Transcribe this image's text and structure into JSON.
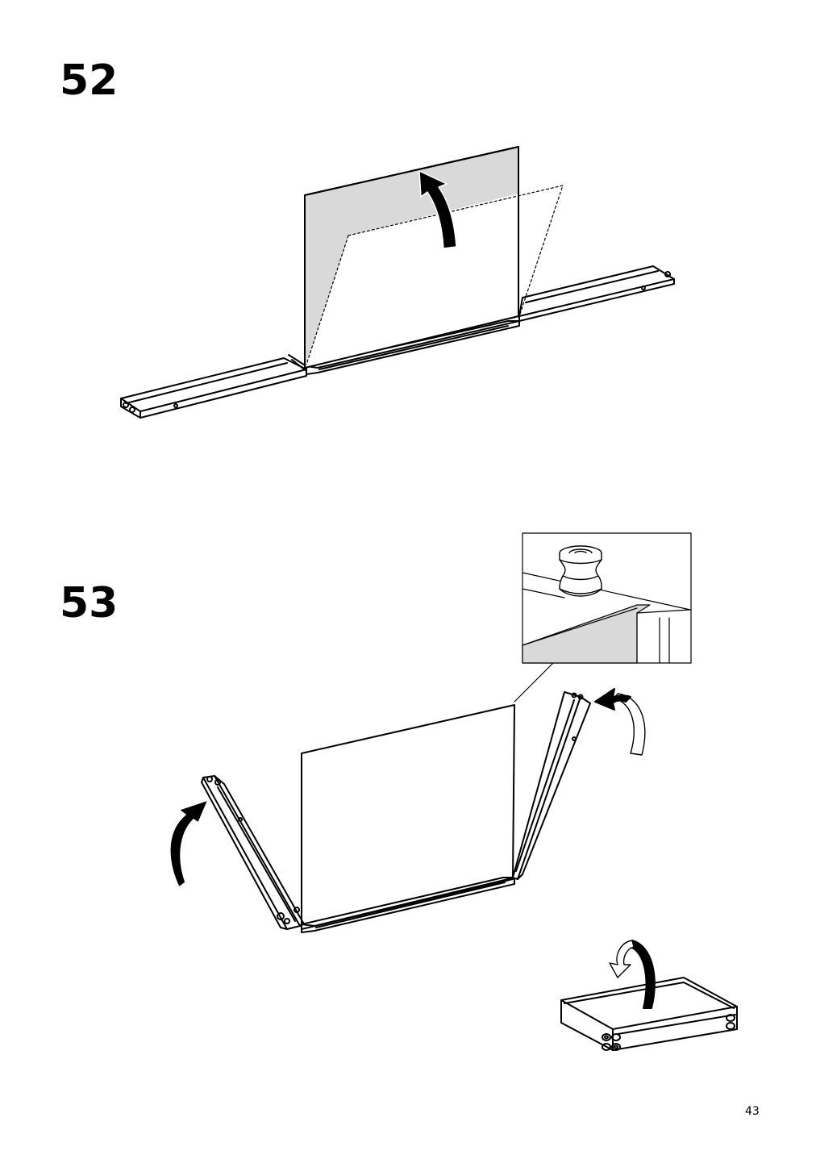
{
  "steps": [
    {
      "number": "52"
    },
    {
      "number": "53"
    }
  ],
  "page_number": "43",
  "colors": {
    "ink": "#000000",
    "panel_fill": "#d9d9d9",
    "paper": "#ffffff"
  },
  "icons": {
    "step52_arrow": "curved-arrow-up-icon",
    "step53_left_arrow": "curved-arrow-up-icon",
    "step53_right_arrow": "curved-arrow-left-icon",
    "step53_box_arrow": "flip-over-arrow-icon"
  }
}
